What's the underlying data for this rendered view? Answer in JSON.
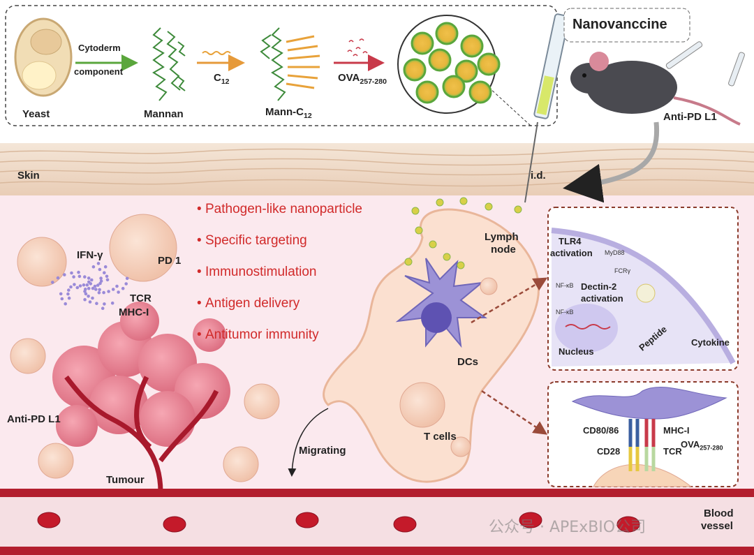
{
  "top_panel": {
    "yeast": "Yeast",
    "cytoderm_line1": "Cytoderm",
    "cytoderm_line2": "component",
    "mannan": "Mannan",
    "c12": "C",
    "c12_sub": "12",
    "mann_c12": "Mann-C",
    "mann_c12_sub": "12",
    "ova": "OVA",
    "ova_sub": "257-280"
  },
  "nanovaccine_label": "Nanovanccine",
  "anti_pdl1_mouse": "Anti-PD L1",
  "skin_label": "Skin",
  "id_label": "i.d.",
  "bullets": [
    "Pathogen-like nanoparticle",
    "Specific targeting",
    "Immunostimulation",
    "Antigen delivery",
    "Antitumor immunity"
  ],
  "tumour_side": {
    "ifn": "IFN-γ",
    "pd1": "PD 1",
    "tcr": "TCR",
    "mhc": "MHC-I",
    "anti_pdl1": "Anti-PD L1",
    "tumour": "Tumour",
    "migrating": "Migrating"
  },
  "lymph": {
    "lymph_node_line1": "Lymph",
    "lymph_node_line2": "node",
    "dcs": "DCs",
    "t_cells": "T cells"
  },
  "inset_top": {
    "tlr4_line1": "TLR4",
    "tlr4_line2": "activation",
    "myd88": "MyD88",
    "fcr": "FCRγ",
    "nfkb_1": "NF-κB",
    "nfkb_2": "NF-κB",
    "dectin_line1": "Dectin-2",
    "dectin_line2": "activation",
    "nucleus": "Nucleus",
    "peptide": "Peptide",
    "cytokine": "Cytokine"
  },
  "inset_bottom": {
    "cd80": "CD80/86",
    "mhc": "MHC-I",
    "ova": "OVA",
    "ova_sub": "257-280",
    "cd28": "CD28",
    "tcr": "TCR"
  },
  "blood_vessel_line1": "Blood",
  "blood_vessel_line2": "vessel",
  "watermark": "公众号 · APExBIO公司",
  "colors": {
    "bullet_red": "#d12a2a",
    "vessel_red": "#b31e2e",
    "background_pink": "#fbe9ee",
    "skin_beige": "#efd8c5",
    "dc_purple": "#8b7fd0",
    "mannan_green": "#3d8a3a",
    "c12_orange": "#e8a23a"
  }
}
